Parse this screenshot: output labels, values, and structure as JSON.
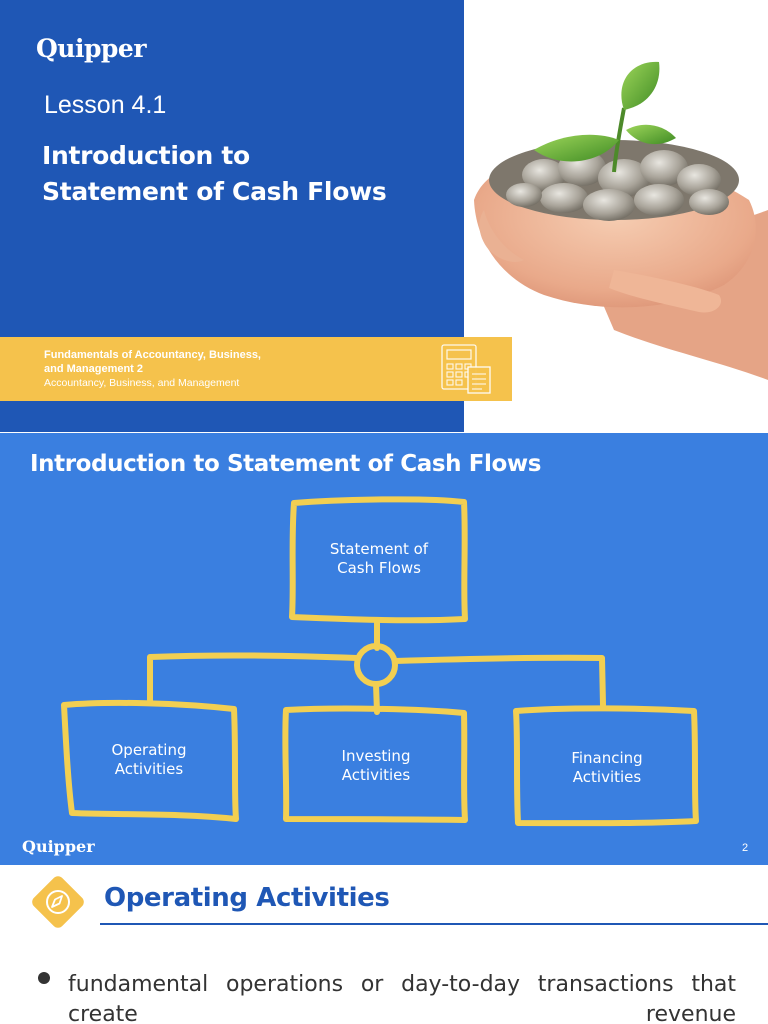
{
  "slide1": {
    "logo": "Quipper",
    "lesson": "Lesson 4.1",
    "title_lines": [
      "Introduction to",
      "Statement of Cash Flows"
    ],
    "course_lines": [
      "Fundamentals of Accountancy, Business,",
      "and Management 2"
    ],
    "subject": "Accountancy, Business, and Management",
    "photo": "hands-holding-coins-with-seedling",
    "colors": {
      "primary": "#1f57b5",
      "accent": "#f5c24c"
    }
  },
  "slide2": {
    "title": "Introduction to Statement of Cash Flows",
    "diagram": {
      "root": [
        "Statement of",
        "Cash Flows"
      ],
      "children": [
        [
          "Operating",
          "Activities"
        ],
        [
          "Investing",
          "Activities"
        ],
        [
          "Financing",
          "Activities"
        ]
      ]
    },
    "logo": "Quipper",
    "page_number": "2",
    "colors": {
      "background": "#3a7fe0",
      "stroke": "#f2cf52"
    }
  },
  "slide3": {
    "heading": "Operating Activities",
    "icon": "compass-icon",
    "bullet_text": "fundamental operations or day-to-day transactions that create revenue"
  }
}
